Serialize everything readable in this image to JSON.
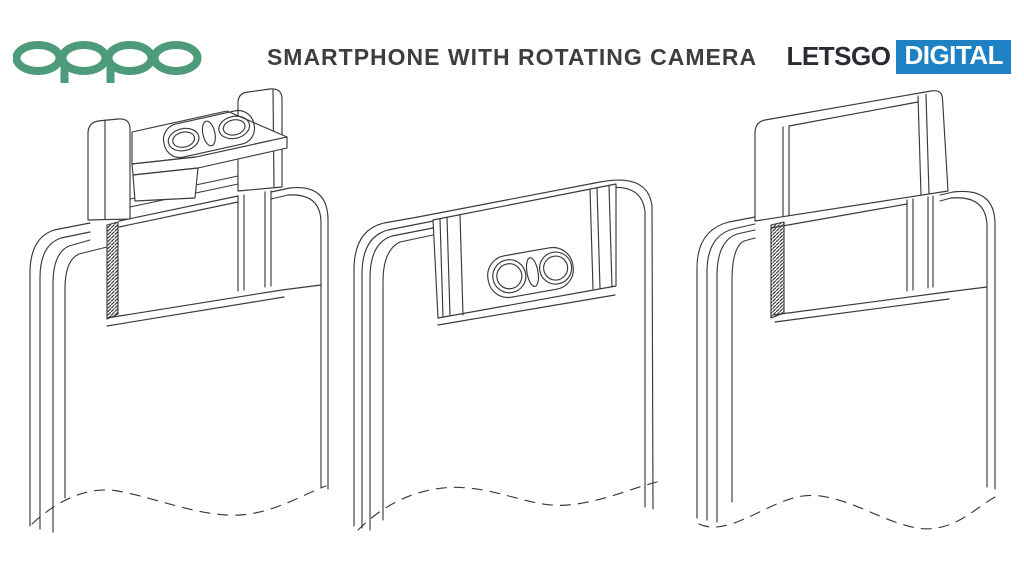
{
  "page": {
    "background": "#ffffff",
    "ink": "#3a3a3a"
  },
  "header": {
    "oppo_logo": {
      "text": "oppo",
      "color": "#4d9b7a"
    },
    "title": "SMARTPHONE WITH ROTATING CAMERA",
    "title_color": "#3e3e40",
    "letsgodigital": {
      "part1": "LETSGO",
      "part2": "DIGITAL",
      "part1_color": "#2b2b34",
      "part2_bg": "#1e81c4",
      "part2_color": "#ffffff"
    }
  },
  "figures": [
    {
      "name": "patent-figure-popup-camera-rotated-upward"
    },
    {
      "name": "patent-figure-camera-module-flush-rear-facing"
    },
    {
      "name": "patent-figure-popup-panel-fully-raised"
    }
  ]
}
